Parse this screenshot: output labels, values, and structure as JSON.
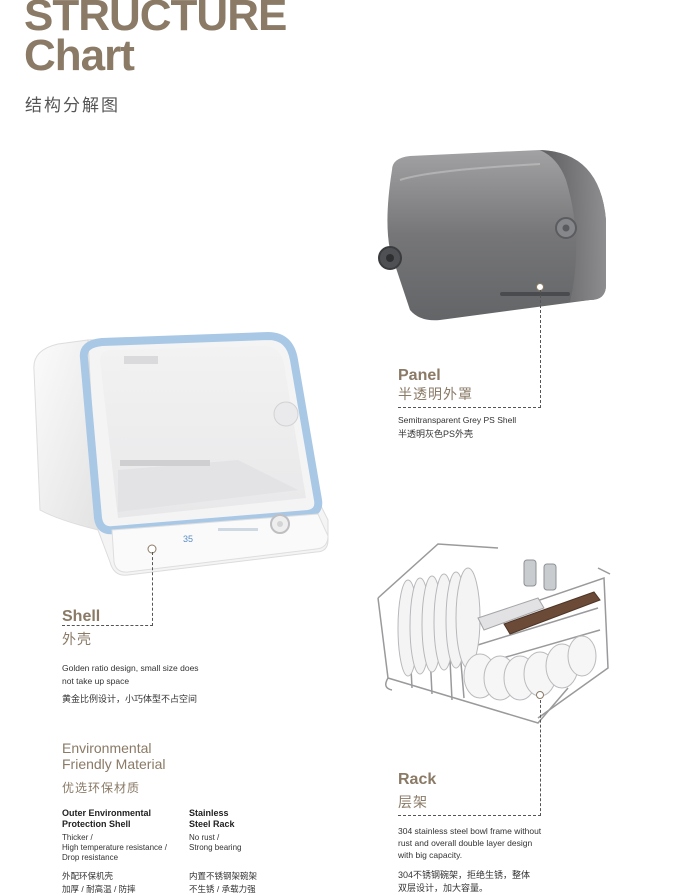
{
  "header": {
    "title_line1": "STRUCTURE",
    "title_line2": "Chart",
    "subtitle": "结构分解图"
  },
  "panel": {
    "title": "Panel",
    "title_cn": "半透明外罩",
    "desc": "Semitransparent Grey PS Shell",
    "desc_cn": "半透明灰色PS外壳"
  },
  "shell": {
    "title": "Shell",
    "title_cn": "外壳",
    "desc_line1": "Golden ratio design, small size does",
    "desc_line2": "not take up space",
    "desc_cn": "黄金比例设计，小巧体型不占空间",
    "display_value": "35"
  },
  "environmental": {
    "title_line1": "Environmental",
    "title_line2": "Friendly Material",
    "title_cn": "优选环保材质",
    "feature1": {
      "title_line1": "Outer Environmental",
      "title_line2": "Protection Shell",
      "text_line1": "Thicker /",
      "text_line2": "High temperature resistance /",
      "text_line3": "Drop resistance",
      "cn_line1": "外配环保机壳",
      "cn_line2": "加厚 / 耐高温 / 防摔"
    },
    "feature2": {
      "title_line1": "Stainless",
      "title_line2": "Steel Rack",
      "text_line1": "No rust /",
      "text_line2": "Strong bearing",
      "cn_line1": "内置不锈钢架碗架",
      "cn_line2": "不生锈 / 承载力强"
    }
  },
  "rack": {
    "title": "Rack",
    "title_cn": "层架",
    "desc_line1": "304 stainless steel bowl frame without",
    "desc_line2": "rust and overall double layer design",
    "desc_line3": "with big capacity.",
    "desc_cn_line1": "304不锈钢碗架，拒绝生锈，整体",
    "desc_cn_line2": "双层设计，加大容量。"
  },
  "colors": {
    "accent": "#8a7a66",
    "shell_trim": "#a9c8e6",
    "panel_grey": "#6e6e70"
  }
}
